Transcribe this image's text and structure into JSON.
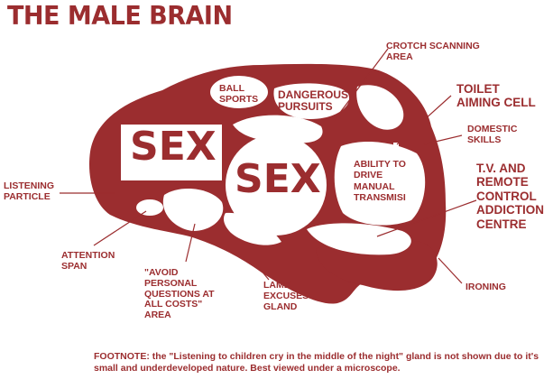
{
  "title": "THE MALE BRAIN",
  "regions": {
    "ball_sports": "BALL\nSPORTS",
    "dangerous_pursuits": "DANGEROUS\nPURSUITS",
    "sex_large": "SEX",
    "sex_center": "SEX",
    "driving": "ABILITY TO\nDRIVE\nMANUAL\nTRANSMISI"
  },
  "callouts": {
    "crotch_scanning": "CROTCH SCANNING\nAREA",
    "toilet_aiming": "TOILET\nAIMING CELL",
    "domestic_skills": "DOMESTIC\nSKILLS",
    "tv_remote": "T.V. AND\nREMOTE\nCONTROL\nADDICTION\nCENTRE",
    "listening_particle": "LISTENING\nPARTICLE",
    "attention_span": "ATTENTION\nSPAN",
    "avoid_questions": "\"AVOID\nPERSONAL\nQUESTIONS AT\nALL COSTS\"\nAREA",
    "lame_excuses": "LAME\nEXCUSES\nGLAND",
    "ironing": "IRONING"
  },
  "footnote": "FOOTNOTE: the \"Listening to children cry in the middle of the night\" gland is not shown due to it's small and underdeveloped nature.  Best viewed under a microscope.",
  "colors": {
    "brain": "#9b2d2f",
    "background": "#ffffff"
  }
}
